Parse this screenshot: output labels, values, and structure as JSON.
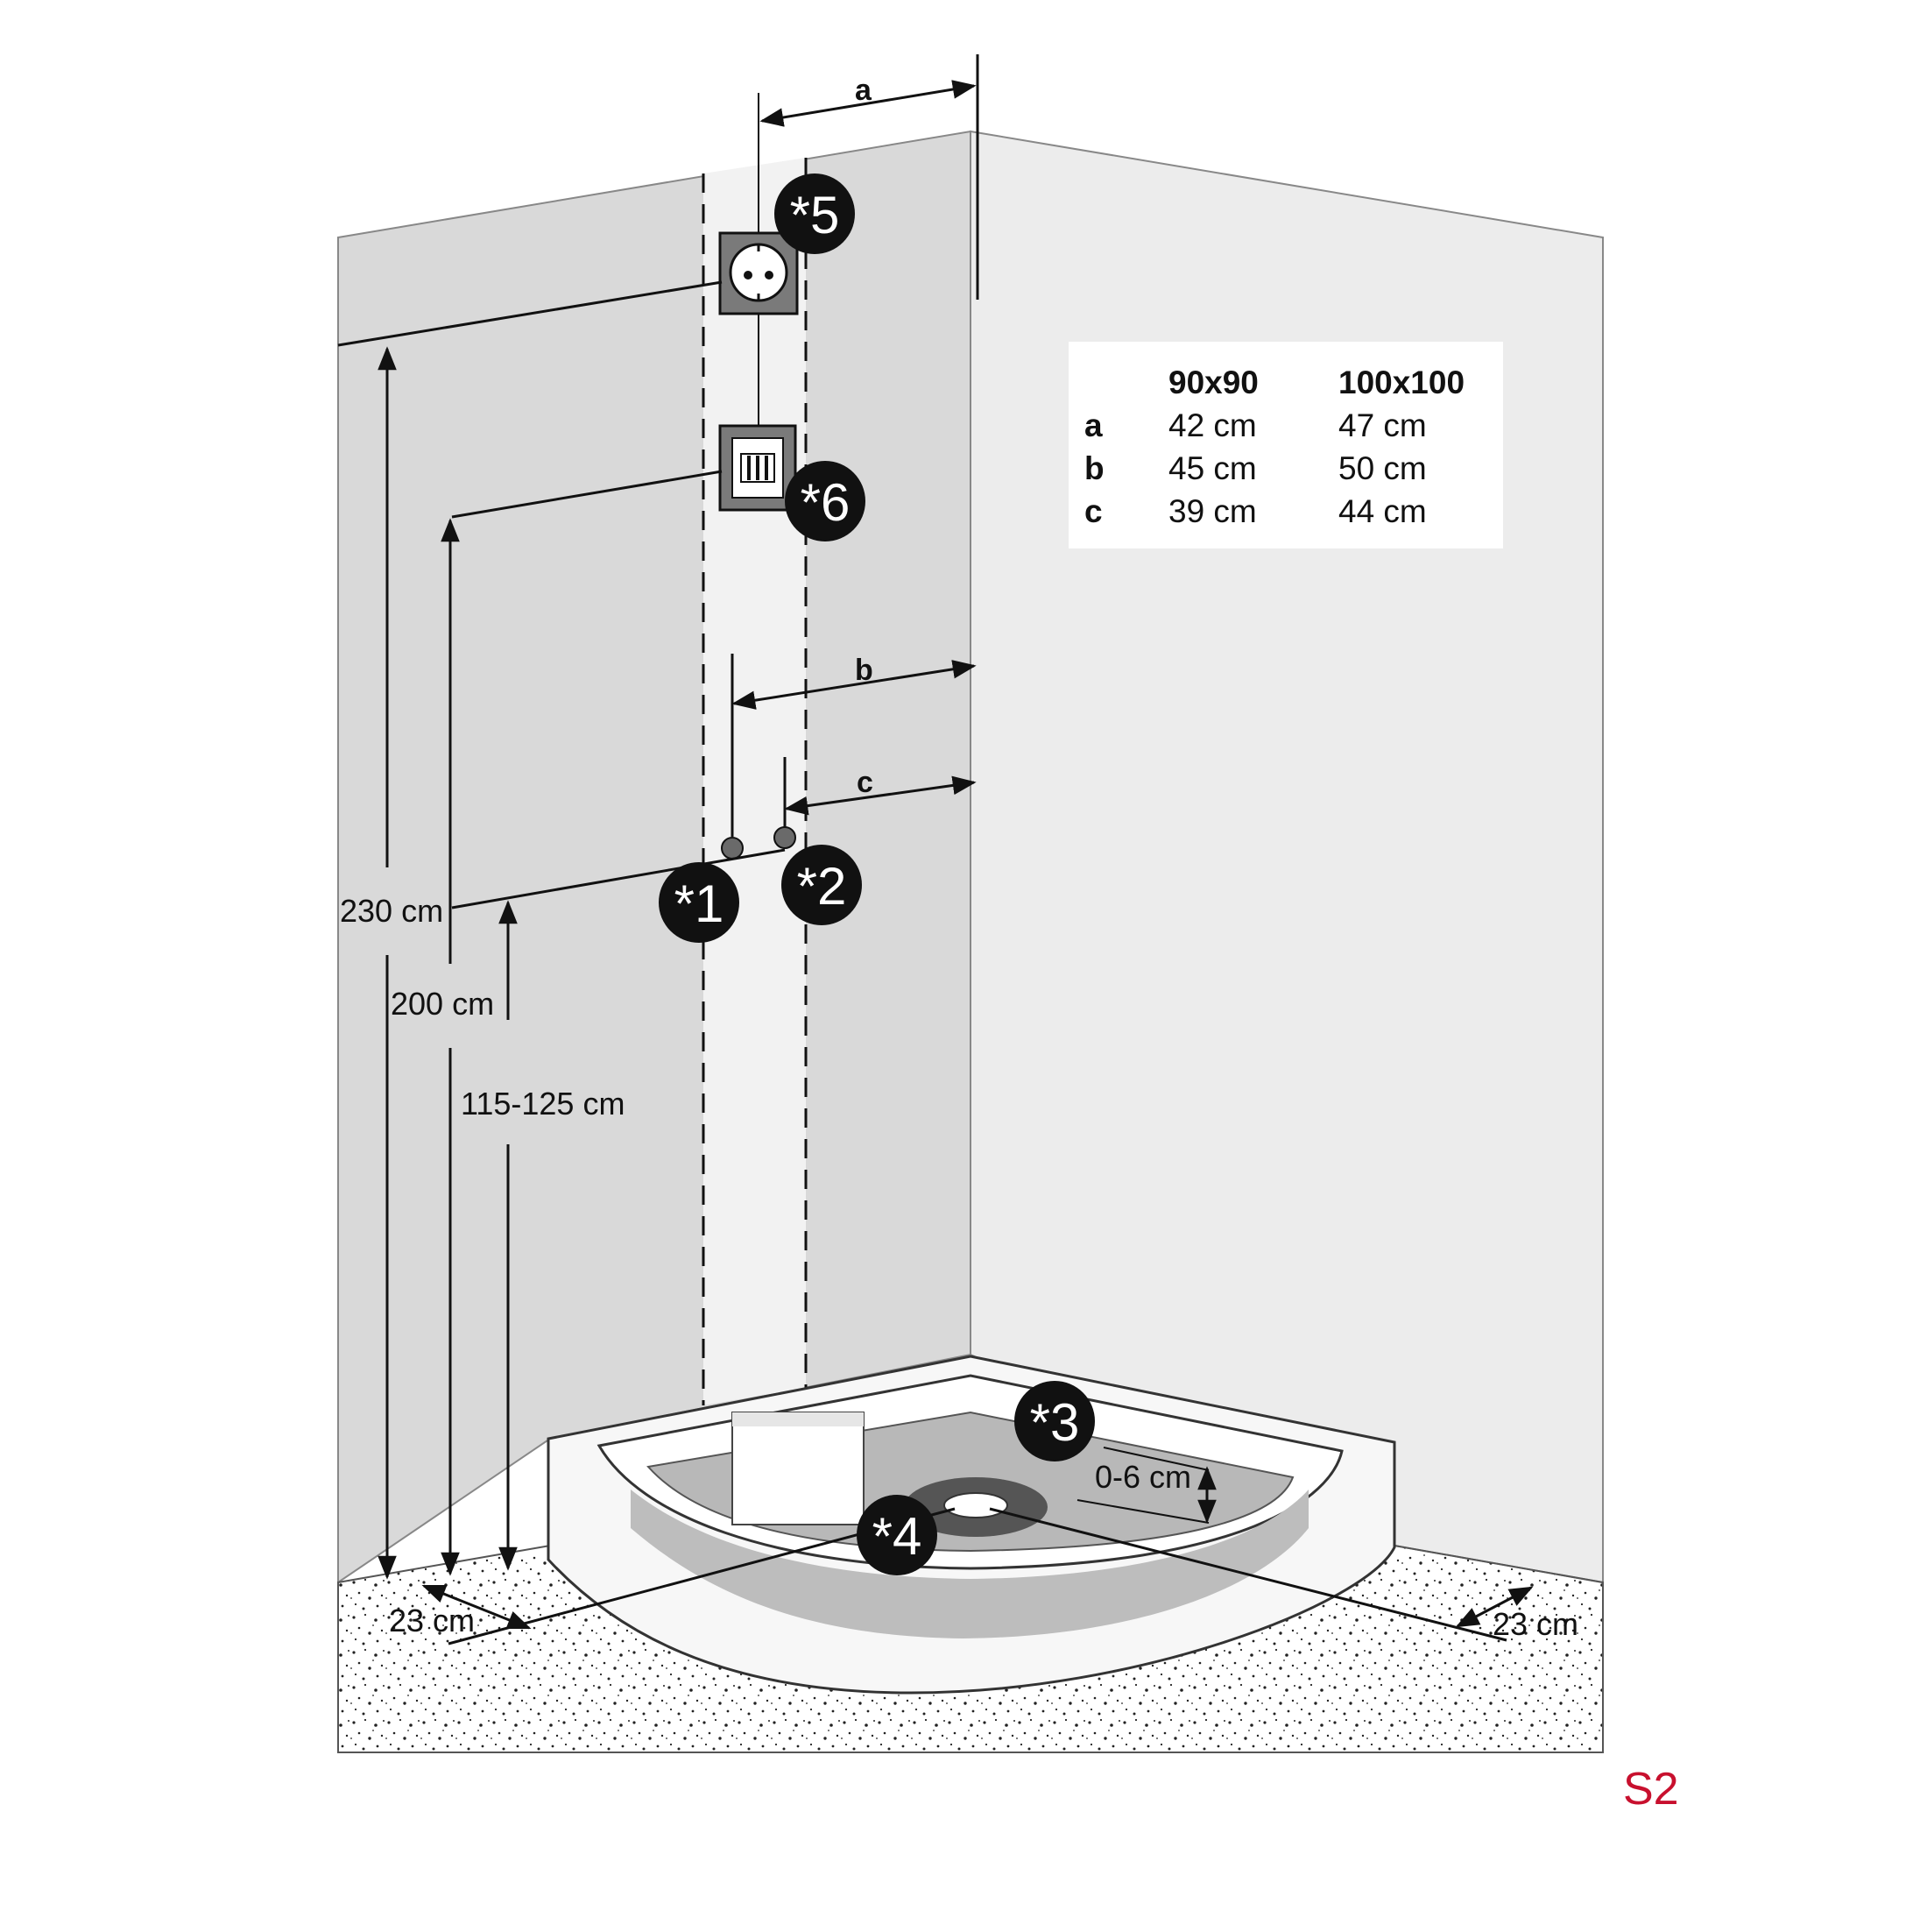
{
  "badges": [
    "*1",
    "*2",
    "*3",
    "*4",
    "*5",
    "*6"
  ],
  "dimension_letters": {
    "a": "a",
    "b": "b",
    "c": "c"
  },
  "height_labels": {
    "h230": "230 cm",
    "h200": "200 cm",
    "h115": "115-125 cm",
    "tray_depth": "0-6 cm",
    "left_offset": "23 cm",
    "right_offset": "23 cm"
  },
  "legend": {
    "headers": [
      "",
      "90x90",
      "100x100"
    ],
    "rows": [
      [
        "a",
        "42 cm",
        "47 cm"
      ],
      [
        "b",
        "45 cm",
        "50 cm"
      ],
      [
        "c",
        "39 cm",
        "44 cm"
      ]
    ]
  },
  "sheet_label": "S2",
  "colors": {
    "wall_left": "#d9d9d9",
    "wall_right": "#ececec",
    "install_zone": "#f2f2f2",
    "badge": "#111111",
    "sheet_label": "#c8102e"
  }
}
